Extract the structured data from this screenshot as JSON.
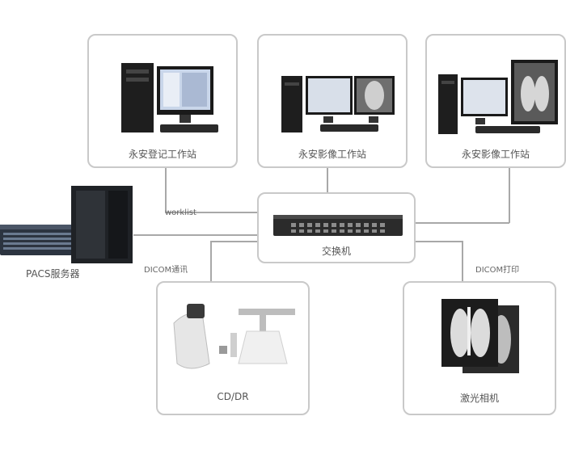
{
  "nodes": {
    "registration": {
      "label": "永安登记工作站",
      "icon": "computer-workstation-icon"
    },
    "imaging_1": {
      "label": "永安影像工作站",
      "icon": "computer-workstation-icon"
    },
    "imaging_2": {
      "label": "永安影像工作站",
      "icon": "computer-workstation-icon"
    },
    "switch": {
      "label": "交换机",
      "icon": "network-switch-icon"
    },
    "pacs": {
      "label": "PACS服务器",
      "icon": "server-icon"
    },
    "cr_dr": {
      "label": "CD/DR",
      "icon": "xray-machine-icon"
    },
    "laser_camera": {
      "label": "激光相机",
      "icon": "xray-film-icon"
    }
  },
  "edges": {
    "worklist": "worklist",
    "dicom_transfer": "DICOM通讯",
    "dicom_print": "DICOM打印"
  },
  "colors": {
    "border": "#c9c9c9",
    "line": "#a8a8a8",
    "text": "#555555"
  }
}
